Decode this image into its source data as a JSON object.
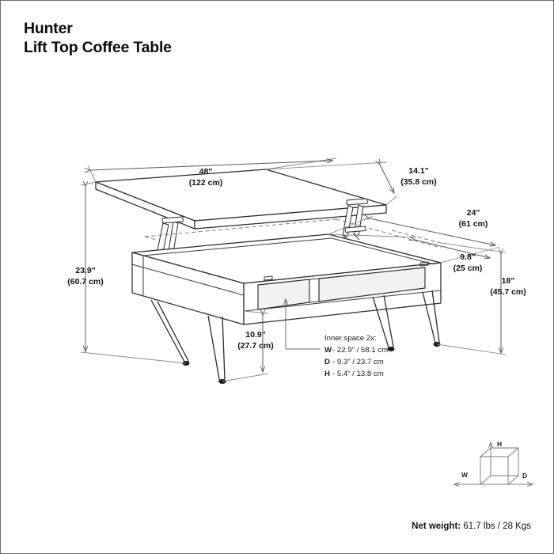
{
  "sheet": {
    "product_name": "Hunter",
    "product_type": "Lift Top Coffee Table"
  },
  "dimensions": {
    "top_width": {
      "imperial": "48\"",
      "metric": "(122 cm)"
    },
    "top_depth": {
      "imperial": "14.1\"",
      "metric": "(35.8 cm)"
    },
    "base_depth": {
      "imperial": "24\"",
      "metric": "(61 cm)"
    },
    "box_depth": {
      "imperial": "9.8\"",
      "metric": "(25 cm)"
    },
    "overall_height": {
      "imperial": "23.9\"",
      "metric": "(60.7 cm)"
    },
    "closed_height": {
      "imperial": "18\"",
      "metric": "(45.7 cm)"
    },
    "leg_height": {
      "imperial": "10.9\"",
      "metric": "(27.7 cm)"
    }
  },
  "inner_space": {
    "heading": "Inner space 2x:",
    "rows": [
      {
        "key": "W",
        "value": "- 22.9\" / 58.1 cm"
      },
      {
        "key": "D",
        "value": "- 9.3\" / 23.7 cm"
      },
      {
        "key": "H",
        "value": "- 5.4\" / 13.8 cm"
      }
    ]
  },
  "axis_legend": {
    "height": "H",
    "width": "W",
    "depth": "D"
  },
  "footer": {
    "net_weight_label": "Net weight:",
    "net_weight_value": "61.7 lbs / 28 Kgs"
  },
  "colors": {
    "ink": "#111111",
    "outline": "#2b2b2b",
    "dimension_line": "#5a5a5a",
    "hidden_line": "#777777",
    "foot": "#1a1a1a",
    "sheet_border": "#6d6d6d"
  }
}
